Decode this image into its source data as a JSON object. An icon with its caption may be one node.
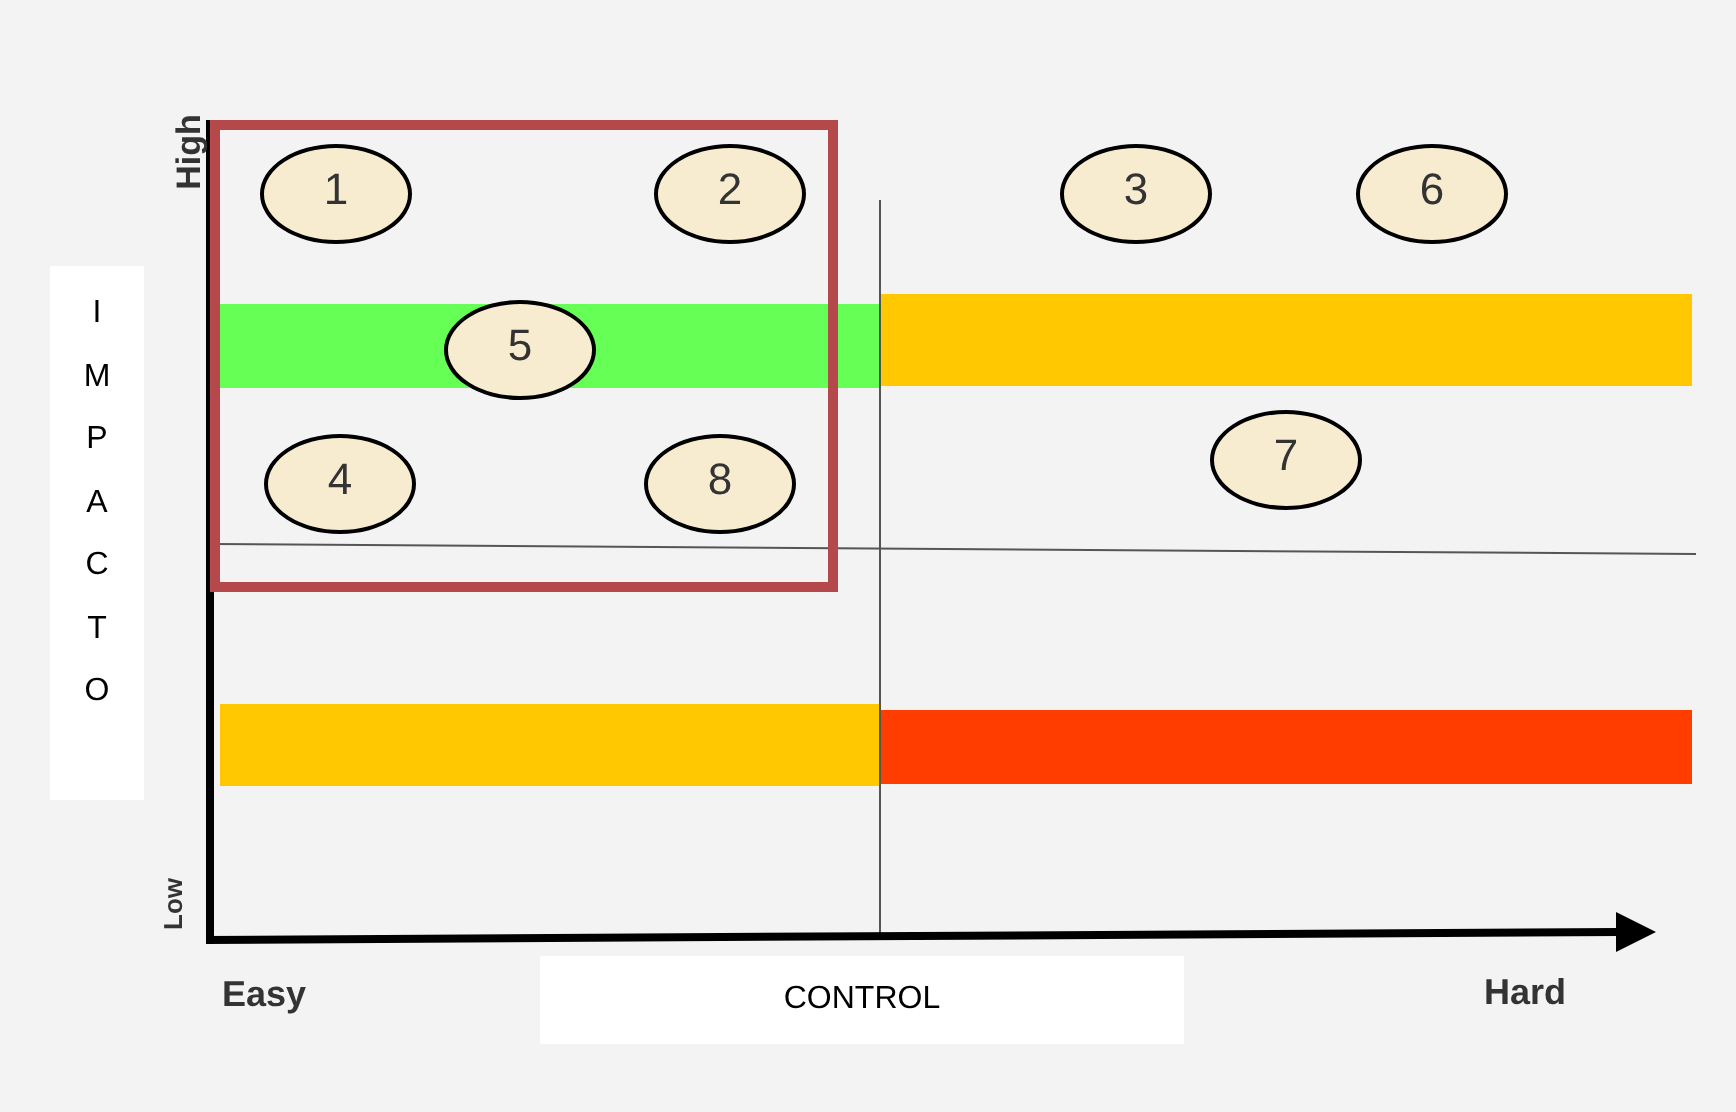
{
  "diagram": {
    "nodes": [
      {
        "text": [],
        "shape": "box"
      },
      {
        "text": [
          "1"
        ],
        "in": 0
      },
      {
        "text": [
          "2"
        ],
        "in": 0
      },
      {
        "text": [
          "3"
        ]
      },
      {
        "text": [
          "6"
        ]
      },
      {
        "text": [
          "5"
        ],
        "in": 0
      },
      {
        "text": [
          "4"
        ],
        "in": 0
      },
      {
        "text": [
          "8"
        ],
        "in": 0
      },
      {
        "text": [
          "7"
        ]
      }
    ],
    "labels": [
      "High",
      "IMPACTO",
      "Low",
      "Easy",
      "CONTROL",
      "Hard"
    ]
  }
}
